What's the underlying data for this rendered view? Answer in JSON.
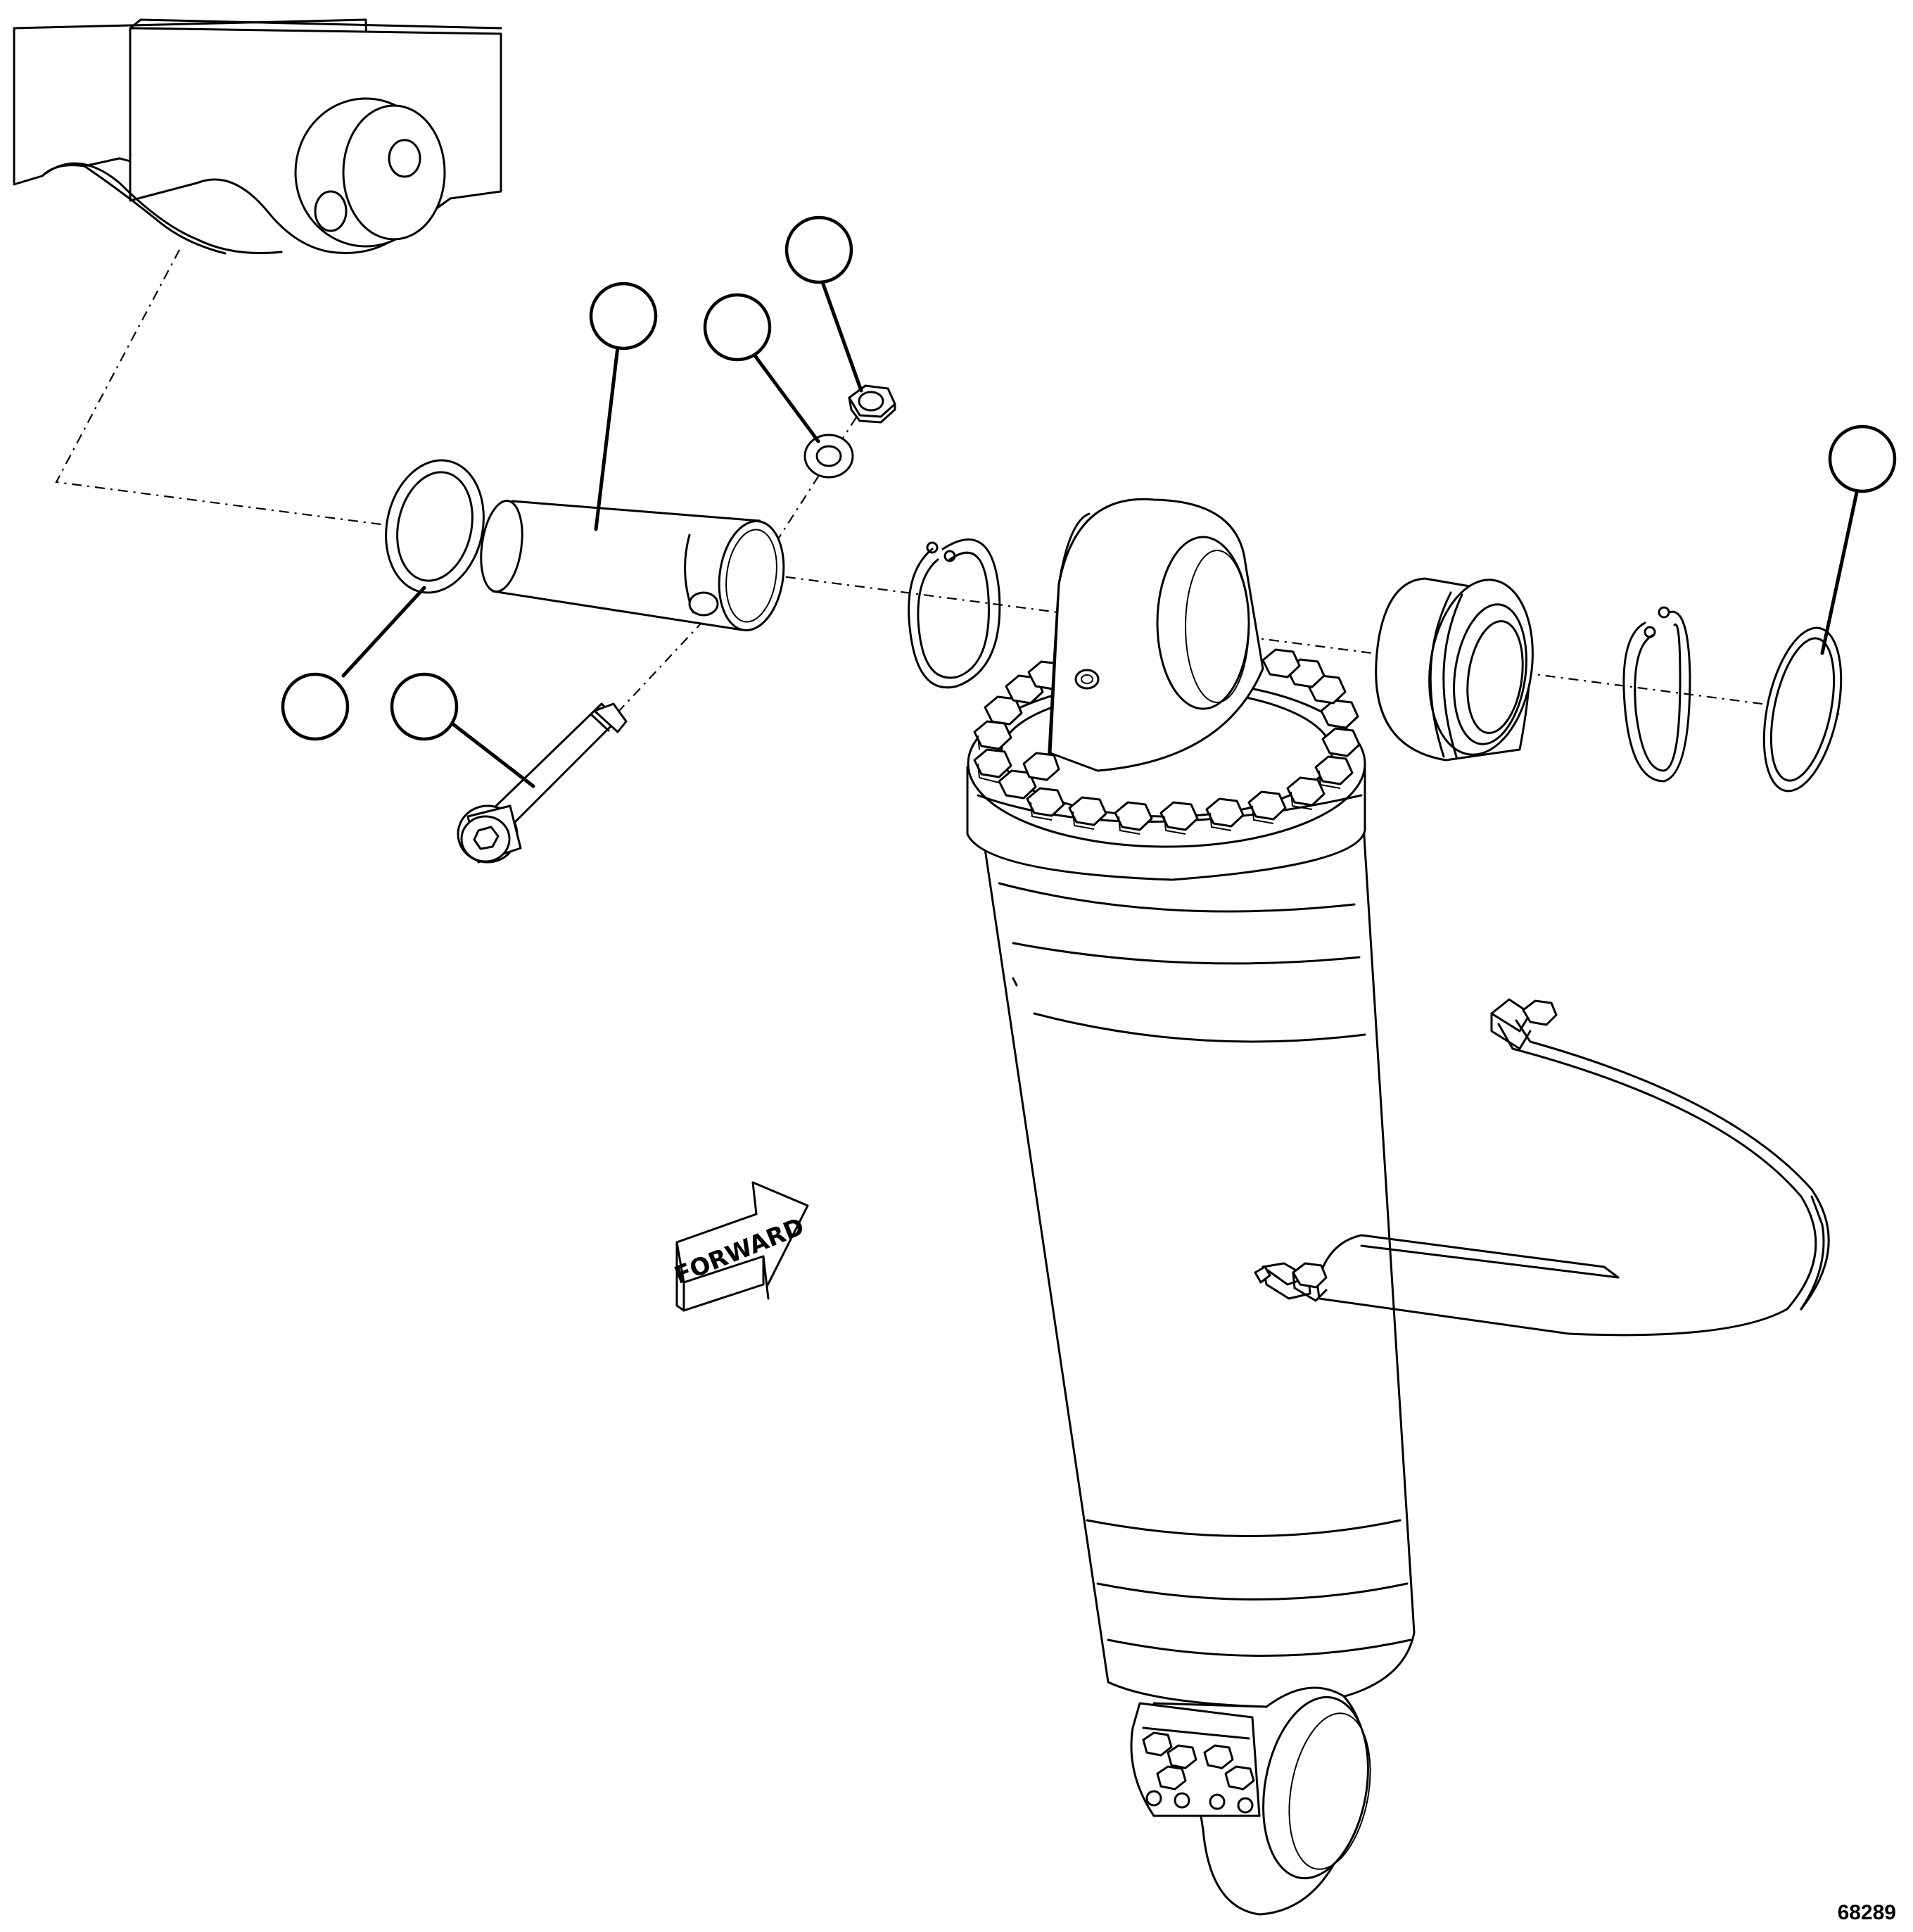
{
  "figure": {
    "number": "68289",
    "direction_label": "FORWARD",
    "item_balloons": [
      "",
      "",
      "",
      "",
      "",
      "",
      ""
    ]
  },
  "parts": [
    "mounting-bracket",
    "pin",
    "spherical-bearing",
    "retaining-ring",
    "washer",
    "cap-screw",
    "nut",
    "hydraulic-cylinder",
    "hose-clamp-strap"
  ]
}
